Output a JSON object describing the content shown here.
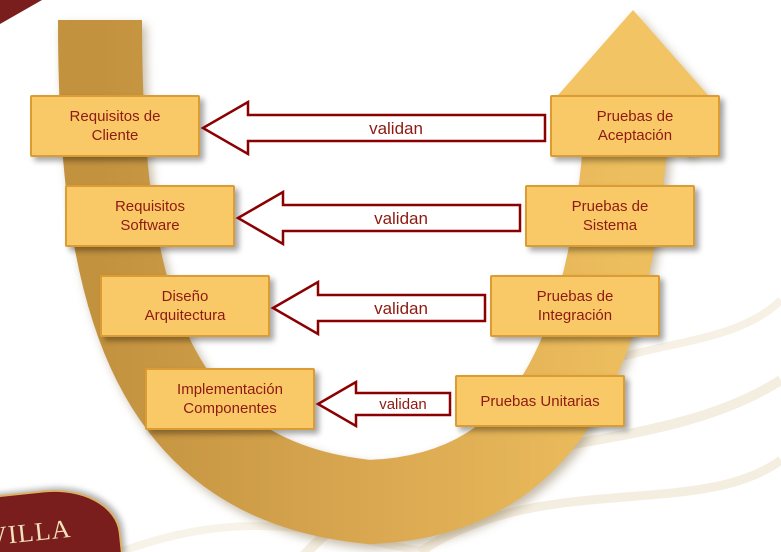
{
  "diagram": {
    "left_column": [
      {
        "name": "requisitos-cliente",
        "lines": [
          "Requisitos de",
          "Cliente"
        ]
      },
      {
        "name": "requisitos-software",
        "lines": [
          "Requisitos",
          "Software"
        ]
      },
      {
        "name": "diseno-arquitectura",
        "lines": [
          "Diseño",
          "Arquitectura"
        ]
      },
      {
        "name": "implementacion-componentes",
        "lines": [
          "Implementación",
          "Componentes"
        ]
      }
    ],
    "right_column": [
      {
        "name": "pruebas-aceptacion",
        "lines": [
          "Pruebas de",
          "Aceptación"
        ]
      },
      {
        "name": "pruebas-sistema",
        "lines": [
          "Pruebas de",
          "Sistema"
        ]
      },
      {
        "name": "pruebas-integracion",
        "lines": [
          "Pruebas de",
          "Integración"
        ]
      },
      {
        "name": "pruebas-unitarias",
        "lines": [
          "Pruebas Unitarias"
        ]
      }
    ],
    "arrows": [
      {
        "label": "validan"
      },
      {
        "label": "validan"
      },
      {
        "label": "validan"
      },
      {
        "label": "validan"
      }
    ]
  },
  "logo": {
    "text": "VILLA"
  },
  "colors": {
    "ribbon_dark": "#C3923F",
    "ribbon_mid": "#D9A750",
    "ribbon_light": "#F3C464",
    "box_fill": "#F9C968",
    "box_border": "#DA9C33",
    "text_red": "#8E1A12",
    "arrow_outline": "#8B0000",
    "logo_background": "#7A1D1D",
    "logo_text_color": "#F3E2BC"
  }
}
